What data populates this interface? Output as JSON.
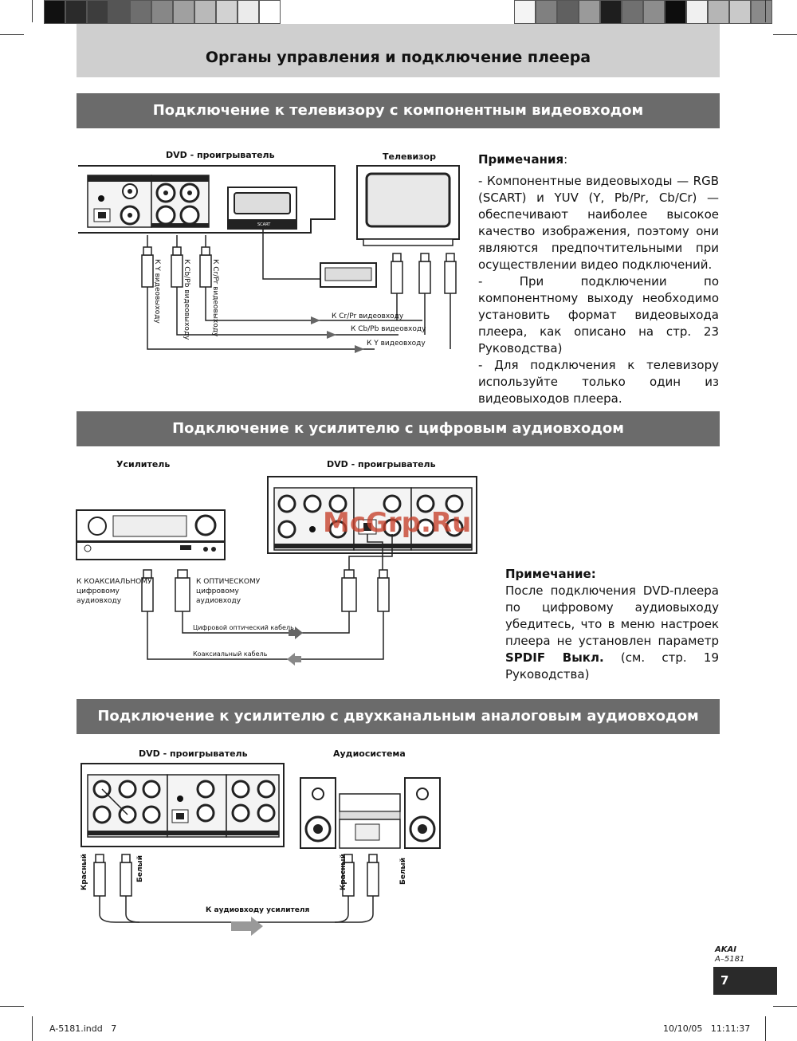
{
  "page_title": "Органы управления и подключение плеера",
  "sections": [
    {
      "title": "Подключение к телевизору с компонентным видеовходом",
      "labels": {
        "dvd": "DVD - проигрыватель",
        "tv": "Телевизор",
        "y_out": "К Y видеовыходу",
        "cb_out": "К Cb/Pb видеовыходу",
        "cr_out": "К Cr/Pr видеовыходу",
        "cr_in": "К Cr/Pr видеовходу",
        "cb_in": "К Cb/Pb видеовходу",
        "y_in": "К Y видеовходу",
        "scart": "SCART"
      },
      "notes_heading": "Примечания",
      "notes_colon": ":",
      "notes": [
        "- Компонентные видеовыходы — RGB (SCART) и YUV (Y, Pb/Pr, Cb/Cr) — обеспечивают наиболее высокое качество изображения, поэтому они являются предпочтительными при осуществлении видео подключений.",
        "- При подключении по компонентному выходу необходимо установить формат видеовыхода плеера, как описано на стр. 23 Руководства)",
        "- Для подключения к телевизору используйте только один из видеовыходов плеера."
      ]
    },
    {
      "title": "Подключение к усилителю с цифровым аудиовходом",
      "labels": {
        "amp": "Усилитель",
        "dvd": "DVD - проигрыватель",
        "coax_in": [
          "К КОАКСИАЛЬНОМУ",
          "цифровому",
          "аудиовходу"
        ],
        "opt_in": [
          "К ОПТИЧЕСКОМУ",
          "цифровому",
          "аудиовходу"
        ],
        "opt_cable": "Цифровой оптический кабель",
        "coax_cable": "Коаксиальный кабель"
      },
      "note_heading": "Примечание:",
      "note_text": "После подключения DVD-плеера по цифровому аудиовыходу убедитесь, что в меню настроек плеера не установлен параметр ",
      "note_bold": "SPDIF Выкл.",
      "note_tail": " (см. стр. 19 Руководства)"
    },
    {
      "title": "Подключение к усилителю с двухканальным аналоговым аудиовходом",
      "labels": {
        "dvd": "DVD - проигрыватель",
        "audio": "Аудиосистема",
        "red": "Красный",
        "white": "Белый",
        "to_amp": "К аудиовходу усилителя"
      }
    }
  ],
  "brand_logo": "AKAI",
  "model": "A–5181",
  "page_number": "7",
  "watermark": "McGrp.Ru",
  "footer_left": "A-5181.indd   7",
  "footer_right": "10/10/05   11:11:37",
  "swatch_left": [
    "#111111",
    "#2b2b2b",
    "#3d3d3d",
    "#555555",
    "#6e6e6e",
    "#878787",
    "#a0a0a0",
    "#b9b9b9",
    "#d2d2d2",
    "#ebebeb",
    "#ffffff"
  ],
  "swatch_right": [
    "#f4f4f4",
    "#808080",
    "#606060",
    "#9a9a9a",
    "#1e1e1e",
    "#707070",
    "#8d8d8d",
    "#0d0d0d",
    "#f0f0f0",
    "#b5b5b5",
    "#c9c9c9",
    "#8a8a8a"
  ]
}
